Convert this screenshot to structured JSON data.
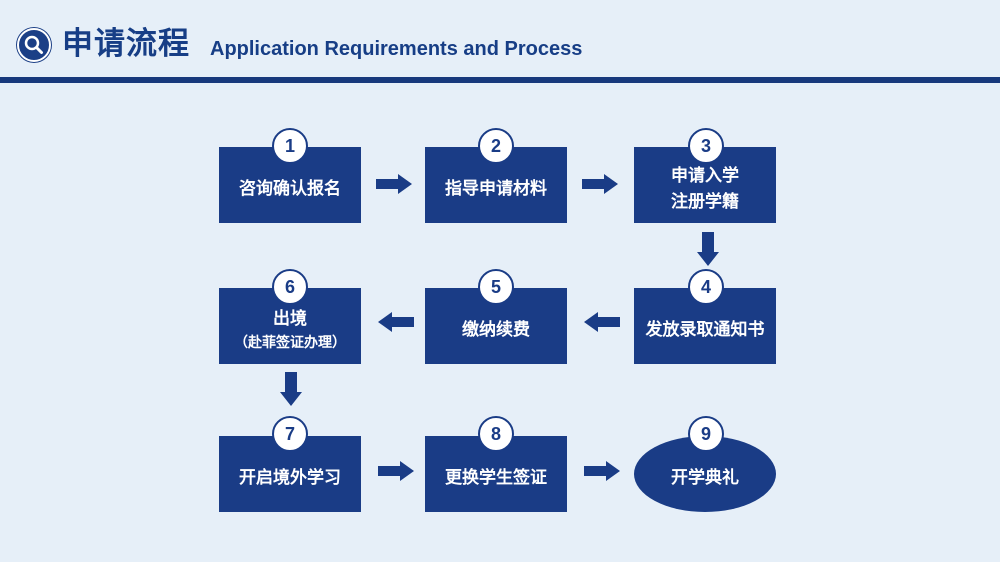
{
  "header": {
    "title_zh": "申请流程",
    "title_en": "Application Requirements and Process"
  },
  "steps": [
    {
      "number": "1",
      "label": "咨询确认报名"
    },
    {
      "number": "2",
      "label": "指导申请材料"
    },
    {
      "number": "3",
      "label_line1": "申请入学",
      "label_line2": "注册学籍"
    },
    {
      "number": "4",
      "label": "发放录取通知书"
    },
    {
      "number": "5",
      "label": "缴纳续费"
    },
    {
      "number": "6",
      "label_line1": "出境",
      "label_line2": "（赴菲签证办理）"
    },
    {
      "number": "7",
      "label": "开启境外学习"
    },
    {
      "number": "8",
      "label": "更换学生签证"
    },
    {
      "number": "9",
      "label": "开学典礼"
    }
  ],
  "colors": {
    "primary": "#1a3c86",
    "background": "#e6eff8",
    "text_on_primary": "#ffffff"
  },
  "icons": {
    "header_badge": "search-icon",
    "flow_arrows": "arrow-icon"
  }
}
